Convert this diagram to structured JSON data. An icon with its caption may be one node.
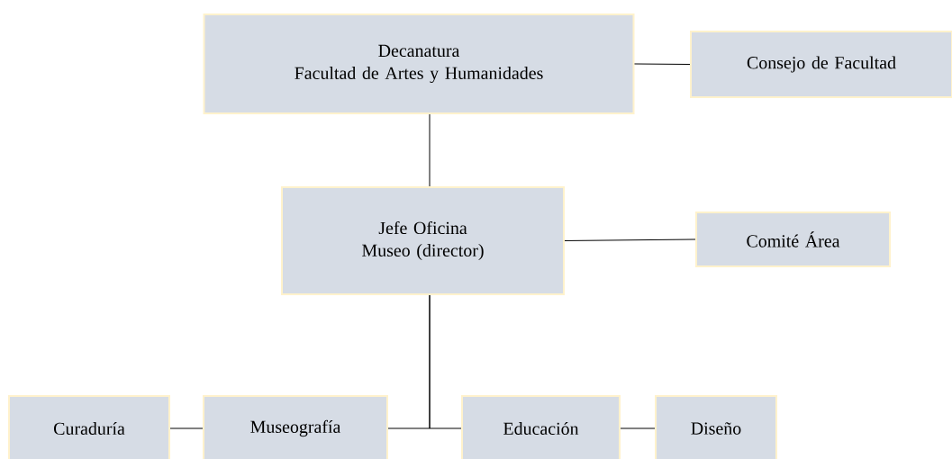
{
  "diagram": {
    "nodes": [
      {
        "text": [
          "Decanatura",
          "Facultad de Artes y Humanidades"
        ]
      },
      {
        "text": [
          "Consejo de Facultad"
        ]
      },
      {
        "text": [
          "Jefe Oficina Museo (director)"
        ]
      },
      {
        "text": [
          "Comité Área"
        ]
      },
      {
        "text": [
          "Curaduría"
        ]
      },
      {
        "text": [
          "Museografía"
        ]
      },
      {
        "text": [
          "Educación"
        ]
      },
      {
        "text": [
          "Diseño"
        ]
      }
    ],
    "edges": [
      {
        "from": 0,
        "to": 1,
        "arrow": "none"
      },
      {
        "from": 0,
        "to": 2,
        "arrow": "none"
      },
      {
        "from": 2,
        "to": 3,
        "arrow": "none"
      },
      {
        "from": 2,
        "to": 5,
        "arrow": "none"
      },
      {
        "from": 2,
        "to": 6,
        "arrow": "none"
      },
      {
        "from": 4,
        "to": 5,
        "arrow": "none"
      },
      {
        "from": 6,
        "to": 7,
        "arrow": "none"
      }
    ]
  }
}
